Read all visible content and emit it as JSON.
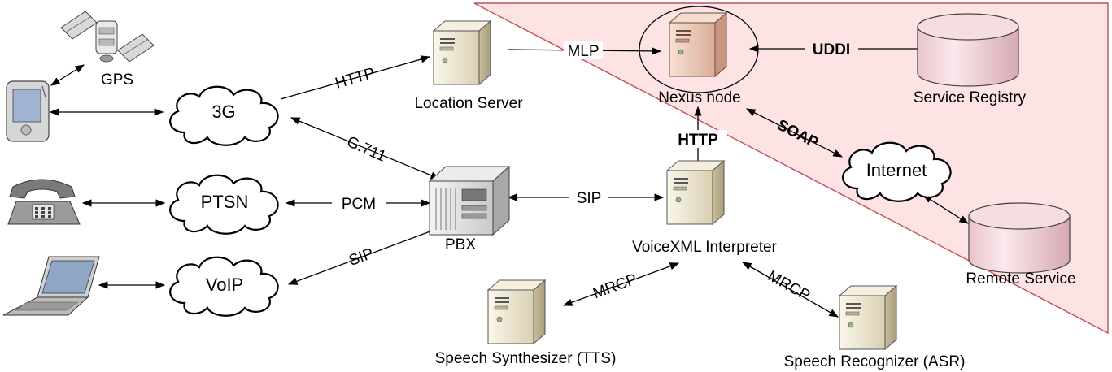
{
  "nodes": {
    "gps": "GPS",
    "location_server": "Location Server",
    "nexus_node": "Nexus node",
    "service_registry": "Service Registry",
    "pbx": "PBX",
    "voicexml": "VoiceXML Interpreter",
    "tts": "Speech Synthesizer (TTS)",
    "asr": "Speech Recognizer (ASR)",
    "remote_service": "Remote Service"
  },
  "clouds": {
    "net_3g": "3G",
    "ptsn": "PTSN",
    "voip": "VoIP",
    "internet": "Internet"
  },
  "edges": {
    "http_3g_location": "HTTP",
    "mlp": "MLP",
    "uddi": "UDDI",
    "g711": "G.711",
    "soap": "SOAP",
    "http_voicexml_nexus": "HTTP",
    "pcm": "PCM",
    "sip_pbx_voicexml": "SIP",
    "sip_voip_pbx": "SIP",
    "mrcp_tts": "MRCP",
    "mrcp_asr": "MRCP"
  },
  "colors": {
    "trust_region_fill": "#fde3e3",
    "trust_region_stroke": "#c0505a",
    "server_body": "#efe8d6",
    "nexus_body": "#eccfc0",
    "database_fill": "#f1d6db"
  }
}
